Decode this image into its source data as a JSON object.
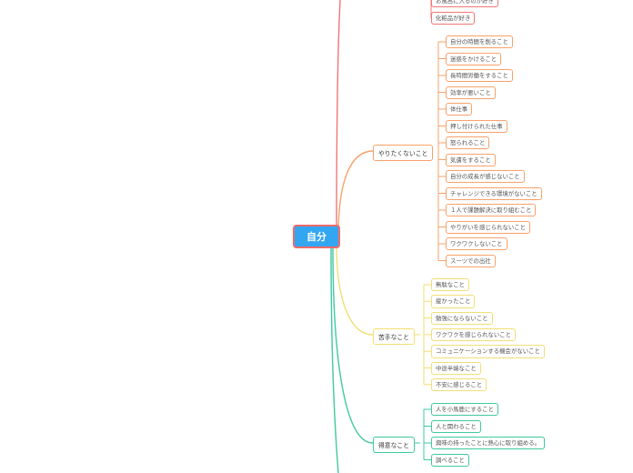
{
  "root": {
    "label": "自分"
  },
  "top_items": [
    "お風呂に入るのが好き",
    "化粧品が好き"
  ],
  "categories": {
    "dislike": {
      "label": "やりたくないこと",
      "items": [
        "自分の時間を削ること",
        "迷惑をかけること",
        "長時間労働をすること",
        "効率が悪いこと",
        "体仕事",
        "押し付けられた仕事",
        "怒られること",
        "気遣をすること",
        "自分の成長が感じないこと",
        "チャレンジできる環境がないこと",
        "１人で課題解決に取り組むこと",
        "やりがいを感じられないこと",
        "ワクワクしないこと",
        "スーツでの出社"
      ]
    },
    "weak": {
      "label": "苦手なこと",
      "items": [
        "無駄なこと",
        "疲かったこと",
        "勉強にならないこと",
        "ワクワクを感じられないこと",
        "コミュニケーションする機会がないこと",
        "中途半端なこと",
        "不安に感じること"
      ]
    },
    "good": {
      "label": "得意なこと",
      "items": [
        "人を小馬鹿にすること",
        "人と関わること",
        "興味の持ったことに熱心に取り組める。",
        "調べること"
      ]
    }
  },
  "colors": {
    "root_fill": "#33a6f2",
    "root_border": "#f07676",
    "dislike": "#f7a26a",
    "weak": "#f2de75",
    "good": "#3fc9a0",
    "top": "#f07676"
  }
}
